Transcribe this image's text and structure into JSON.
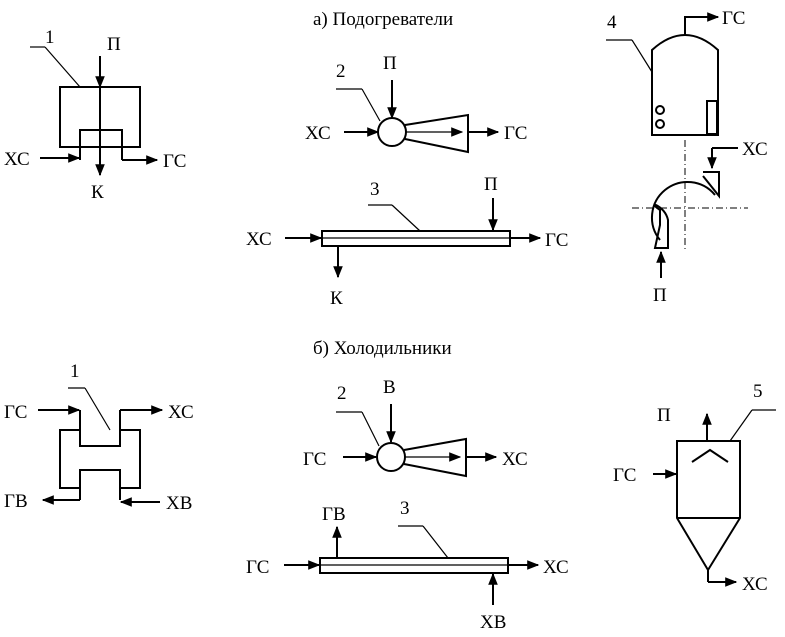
{
  "titles": {
    "heaters": "а) Подогреватели",
    "coolers": "б) Холодильники"
  },
  "heaters": {
    "d1": {
      "num": "1",
      "in_top": "П",
      "in_left": "ХС",
      "out_right": "ГС",
      "out_bottom": "К"
    },
    "d2": {
      "num": "2",
      "in_top": "П",
      "in_left": "ХС",
      "out_right": "ГС"
    },
    "d3": {
      "num": "3",
      "in_left": "ХС",
      "in_top": "П",
      "out_right": "ГС",
      "out_bottom": "К"
    },
    "d4": {
      "num": "4",
      "out_top": "ГС",
      "in_right": "ХС",
      "in_bottom": "П"
    }
  },
  "coolers": {
    "d1": {
      "num": "1",
      "in_left": "ГС",
      "out_right": "ХС",
      "out_left": "ГВ",
      "in_right": "ХВ"
    },
    "d2": {
      "num": "2",
      "in_top": "В",
      "in_left": "ГС",
      "out_right": "ХС"
    },
    "d3": {
      "num": "3",
      "out_top": "ГВ",
      "in_left": "ГС",
      "out_right": "ХС",
      "in_bottom": "ХВ"
    },
    "d5": {
      "num": "5",
      "out_top": "П",
      "in_left": "ГС",
      "out_bottom": "ХС"
    }
  }
}
